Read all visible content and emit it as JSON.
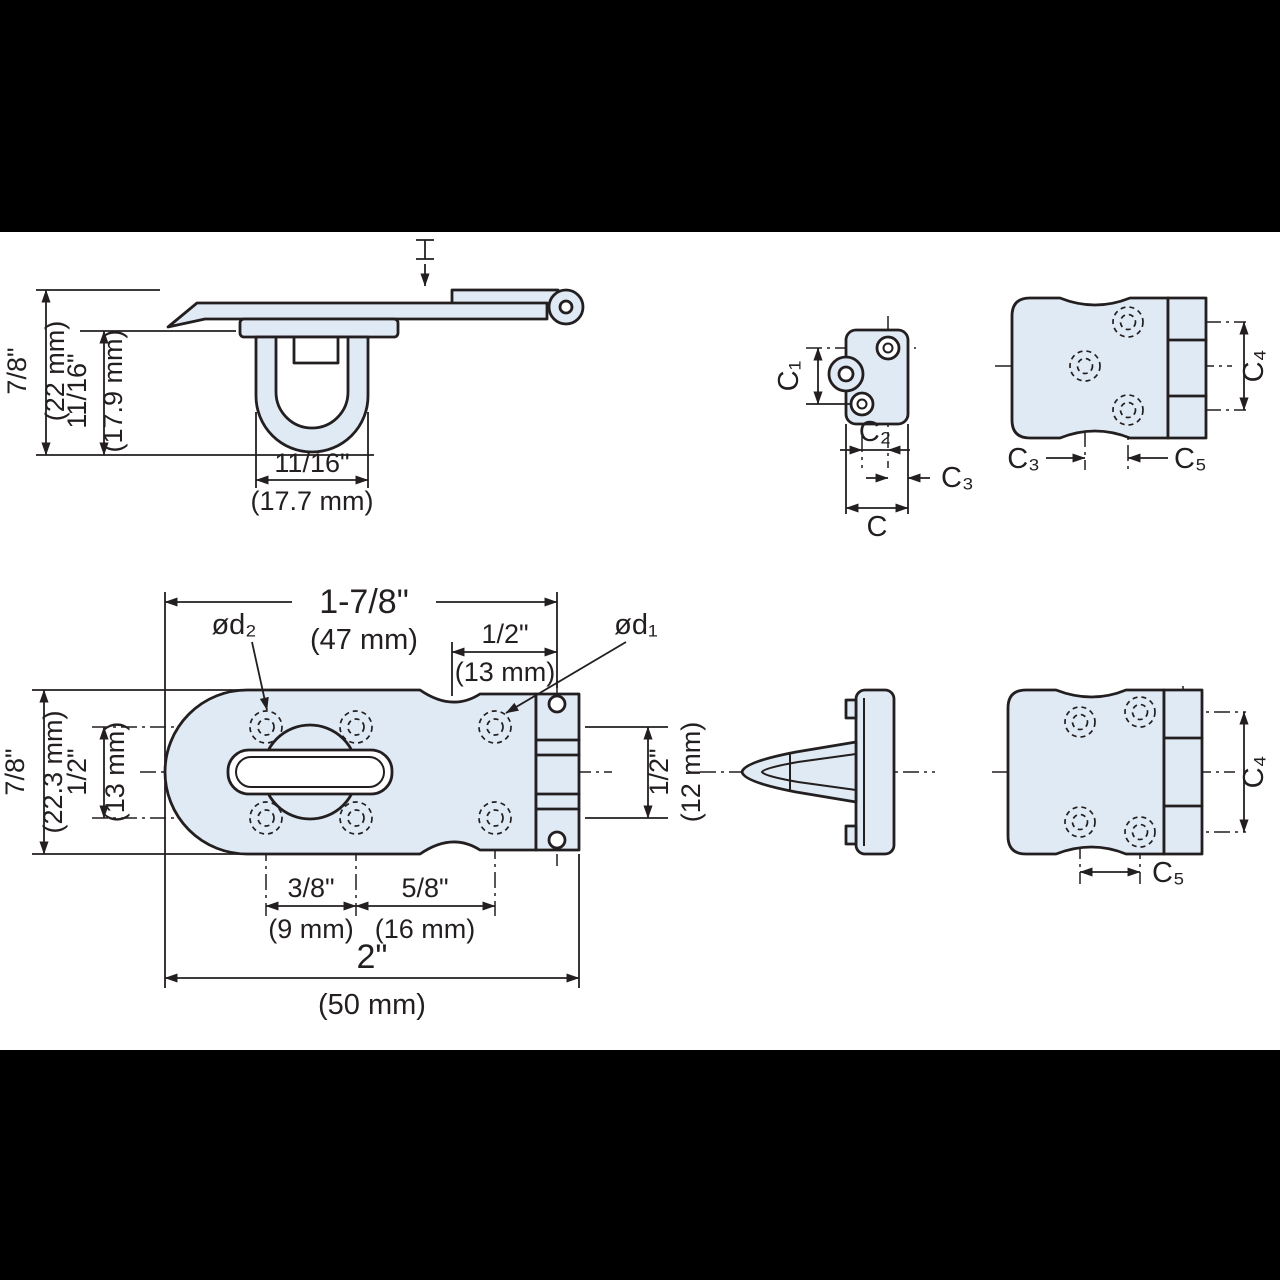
{
  "drawing": {
    "colors": {
      "letterbox": "#000000",
      "canvas": "#ffffff",
      "line": "#231f20",
      "part_fill": "#dfeaf4"
    },
    "side_view": {
      "overall_height": "7/8\"",
      "overall_height_mm": "(22 mm)",
      "loop_height": "11/16\"",
      "loop_height_mm": "(17.9 mm)",
      "loop_width": "11/16\"",
      "loop_width_mm": "(17.7 mm)"
    },
    "staple_side_view": {
      "c1": "C₁",
      "c2": "C₂",
      "c3": "C₃",
      "c": "C"
    },
    "staple_plan_view_top": {
      "c3": "C₃",
      "c5": "C₅",
      "c4": "C₄"
    },
    "plan_view": {
      "width_to_pin": "1-7/8\"",
      "width_to_pin_mm": "(47 mm)",
      "pin_offset": "1/2\"",
      "pin_offset_mm": "(13 mm)",
      "hole_dia_2": "ød₂",
      "hole_dia_1": "ød₁",
      "plate_height": "7/8\"",
      "plate_height_mm": "(22.3 mm)",
      "hole_row_span": "1/2\"",
      "hole_row_span_mm": "(13 mm)",
      "right_hole_span": "1/2\"",
      "right_hole_span_mm": "(12 mm)",
      "col_gap_1": "3/8\"",
      "col_gap_1_mm": "(9 mm)",
      "col_gap_2": "5/8\"",
      "col_gap_2_mm": "(16 mm)",
      "overall_width": "2\"",
      "overall_width_mm": "(50 mm)"
    },
    "staple_plan_view_bottom": {
      "c4": "C₄",
      "c5": "C₅"
    }
  }
}
